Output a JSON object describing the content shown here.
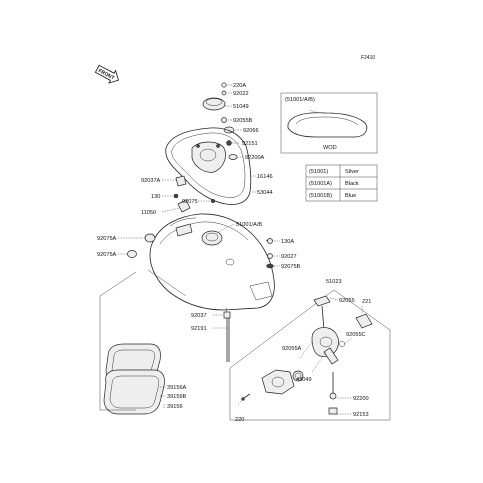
{
  "figure_code": "F2410",
  "front_label": "FRONT",
  "inset": {
    "variant_label": "(51001/A/B)",
    "variant_code": "WOD"
  },
  "color_table": [
    {
      "part": "(51001)",
      "color": "Silver"
    },
    {
      "part": "(51001A)",
      "color": "Black"
    },
    {
      "part": "(51001B)",
      "color": "Blue"
    }
  ],
  "callouts": {
    "p220A": "220A",
    "p92022": "92022",
    "p51049": "51049",
    "p92055B": "92055B",
    "p92066": "92066",
    "p92151": "92151",
    "p92200A": "92200A",
    "p16146": "16146",
    "p92037A": "92037A",
    "p130_left": "130",
    "p53044": "53044",
    "p92075": "92075",
    "p11050": "11050",
    "p51001AB": "51001/A/B",
    "p92075A_a": "92075A",
    "p92075A_b": "92075A",
    "p130A": "130A",
    "p92027": "92027",
    "p92075B": "92075B",
    "p51023": "51023",
    "p92055": "92055",
    "p221": "221",
    "p92037": "92037",
    "p92191": "92191",
    "p92055C": "92055C",
    "p92055A": "92055A",
    "p43049": "43049",
    "p39156A": "39156A",
    "p39156B": "39156B",
    "p39156": "39156",
    "p92200": "92200",
    "p220": "220",
    "p92153": "92153"
  }
}
